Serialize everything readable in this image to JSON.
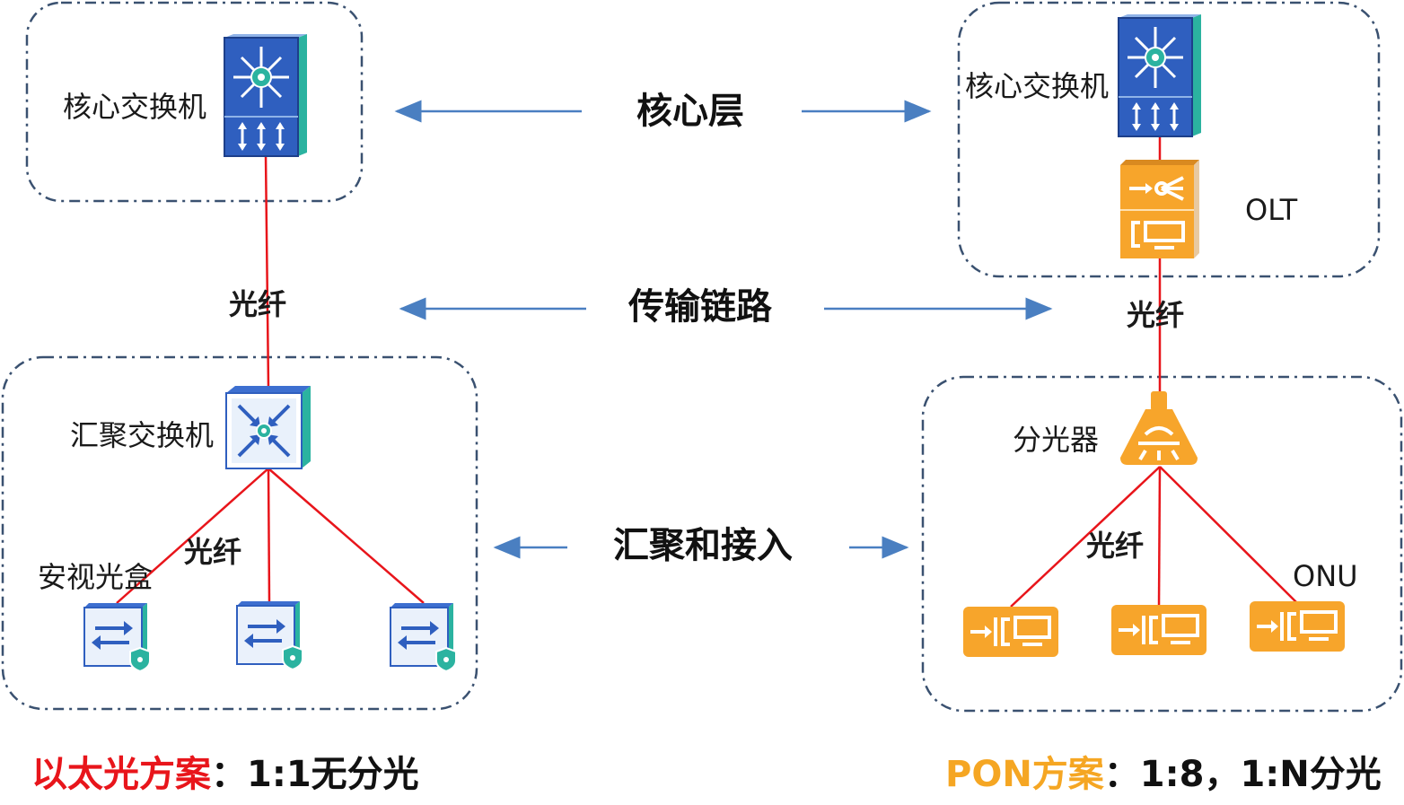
{
  "left": {
    "core_switch_label": "核心交换机",
    "fiber_1": "光纤",
    "agg_switch_label": "汇聚交换机",
    "fiber_2": "光纤",
    "box_label": "安视光盒"
  },
  "right": {
    "core_switch_label": "核心交换机",
    "olt_label": "OLT",
    "fiber_1": "光纤",
    "splitter_label": "分光器",
    "fiber_2": "光纤",
    "onu_label": "ONU"
  },
  "layers": {
    "core": "核心层",
    "transport": "传输链路",
    "access": "汇聚和接入"
  },
  "captions": {
    "left_highlight": "以太光方案",
    "left_rest": "：1:1无分光",
    "right_highlight": "PON方案",
    "right_rest": "：1:8，1:N分光"
  },
  "colors": {
    "ethernet": "#e8151b",
    "pon": "#f5a623",
    "link": "#e8151b",
    "arrow": "#4a7fc1",
    "frame": "#3a5170",
    "switch_blue": "#2f5fbf",
    "orange": "#f7a52b"
  },
  "icons": [
    "core-switch-icon",
    "aggregation-switch-icon",
    "optical-box-icon",
    "olt-icon",
    "splitter-icon",
    "onu-icon"
  ]
}
